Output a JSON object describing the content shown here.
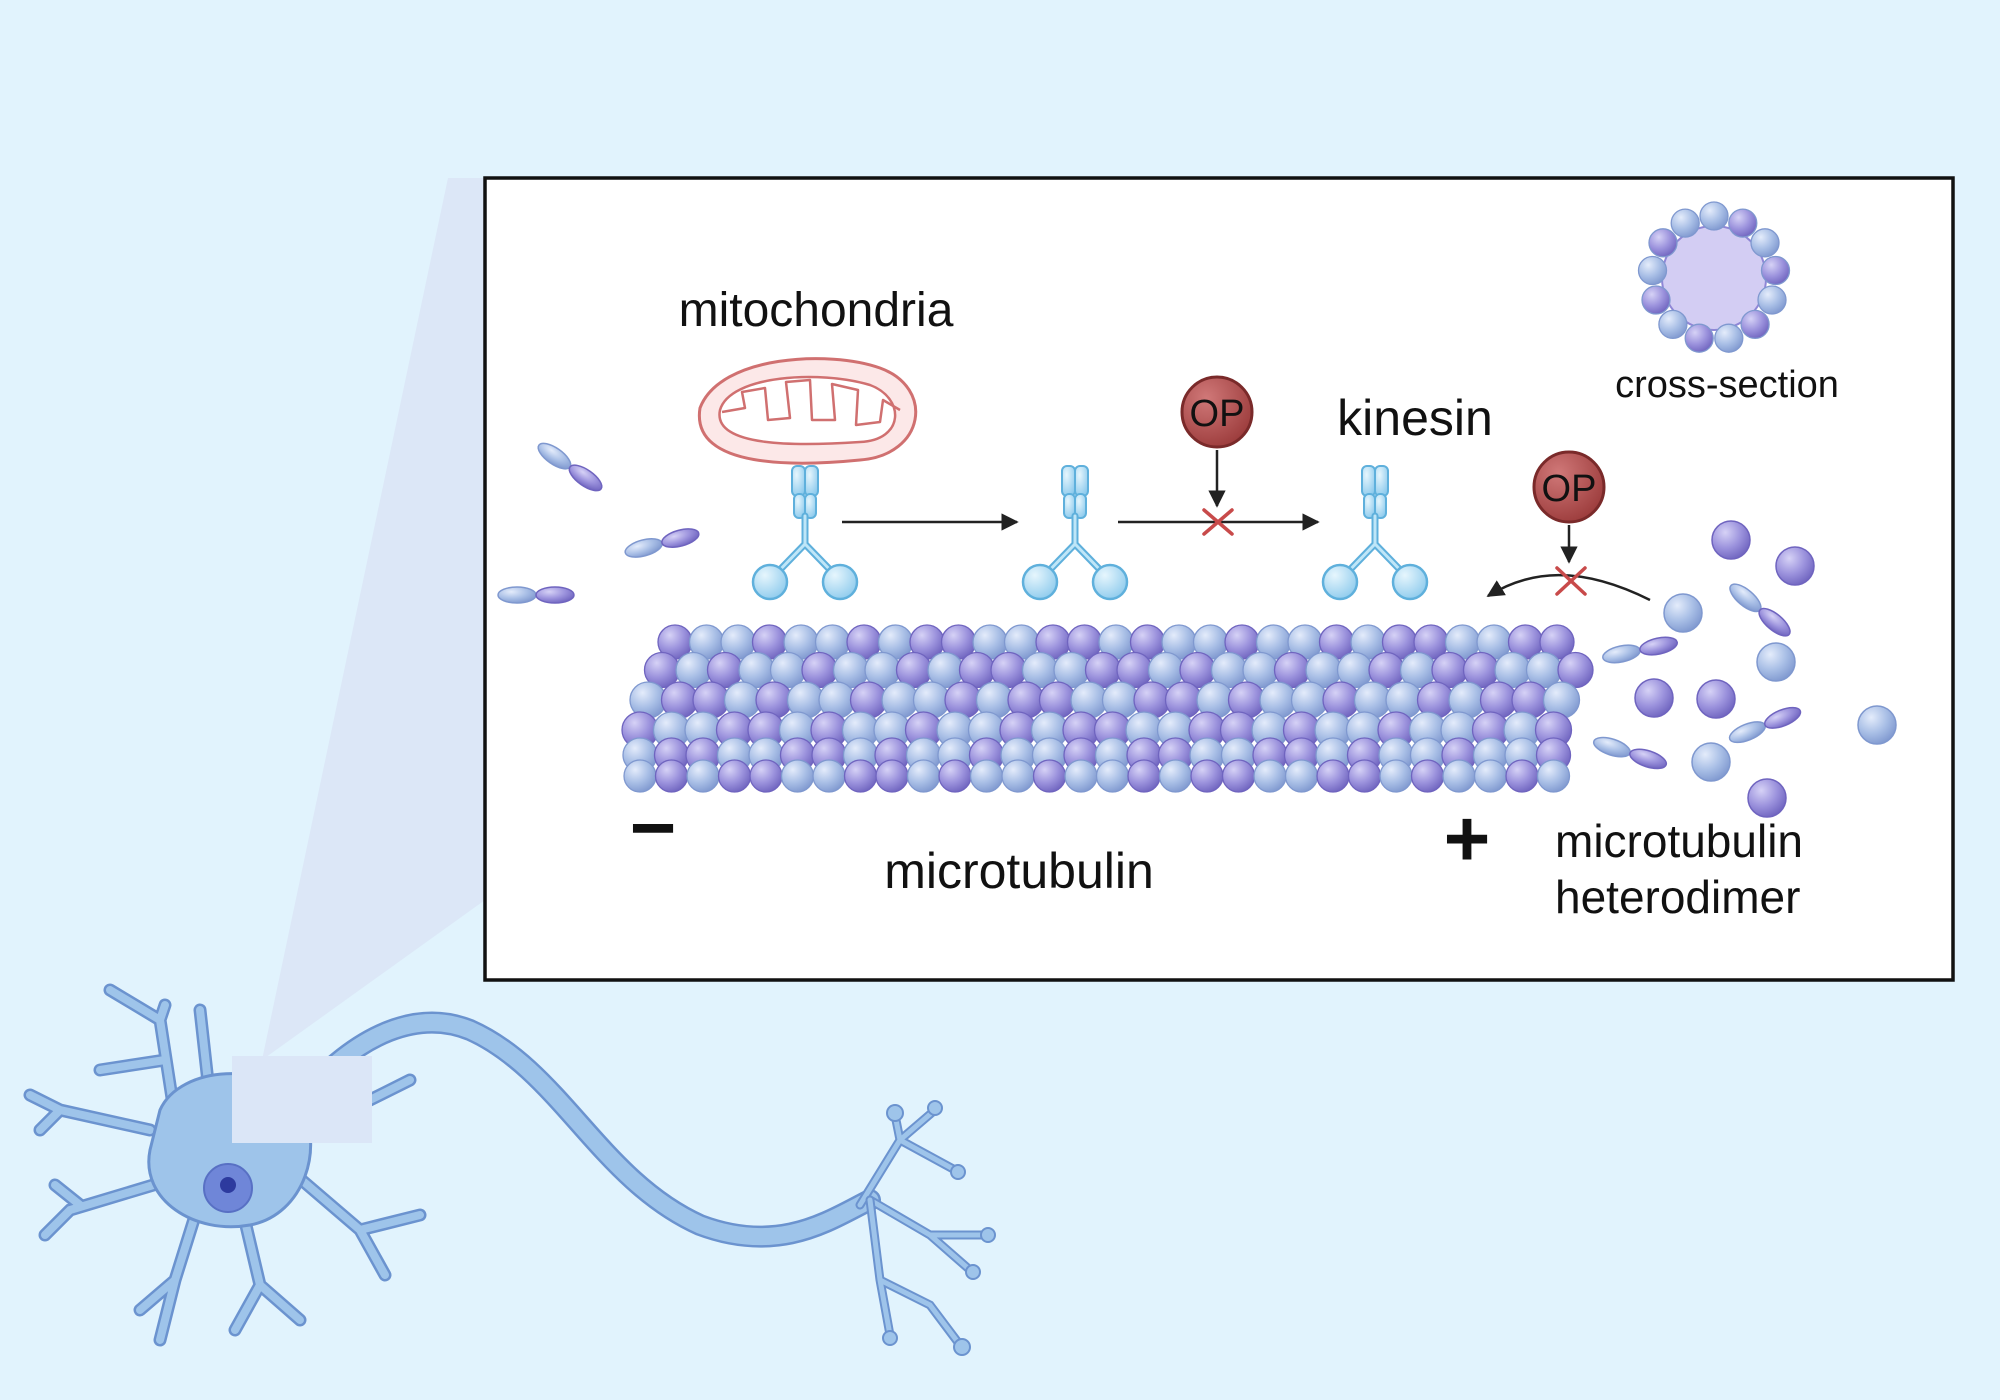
{
  "labels": {
    "mitochondria": "mitochondria",
    "kinesin": "kinesin",
    "cross_section": "cross-section",
    "microtubulin": "microtubulin",
    "minus": "−",
    "plus": "+",
    "heterodimer_line1": "microtubulin",
    "heterodimer_line2": "heterodimer",
    "op_1": "OP",
    "op_2": "OP"
  },
  "colors": {
    "background": "#e1f3fd",
    "panel_fill": "#ffffff",
    "panel_border": "#111111",
    "neuron": "#9ec4ea",
    "neuron_outline": "#6b93cf",
    "nucleus": "#6f86d8",
    "nucleolus": "#2d3a9e",
    "tubulin_light": "#a9bfe6",
    "tubulin_purple": "#9c93dd",
    "kinesin": "#a8d8f2",
    "kinesin_outline": "#5fb0dc",
    "mitochondria_fill": "#fce8e8",
    "mitochondria_outline": "#d07070",
    "op_fill": "#b05050",
    "op_outline": "#7a2a2a",
    "inhibit_cross": "#c84a4a",
    "arrow": "#222222"
  },
  "icons": {
    "op_badge": "phosphate-circle-icon",
    "block": "red-x-icon",
    "arrow": "right-arrow-icon"
  }
}
